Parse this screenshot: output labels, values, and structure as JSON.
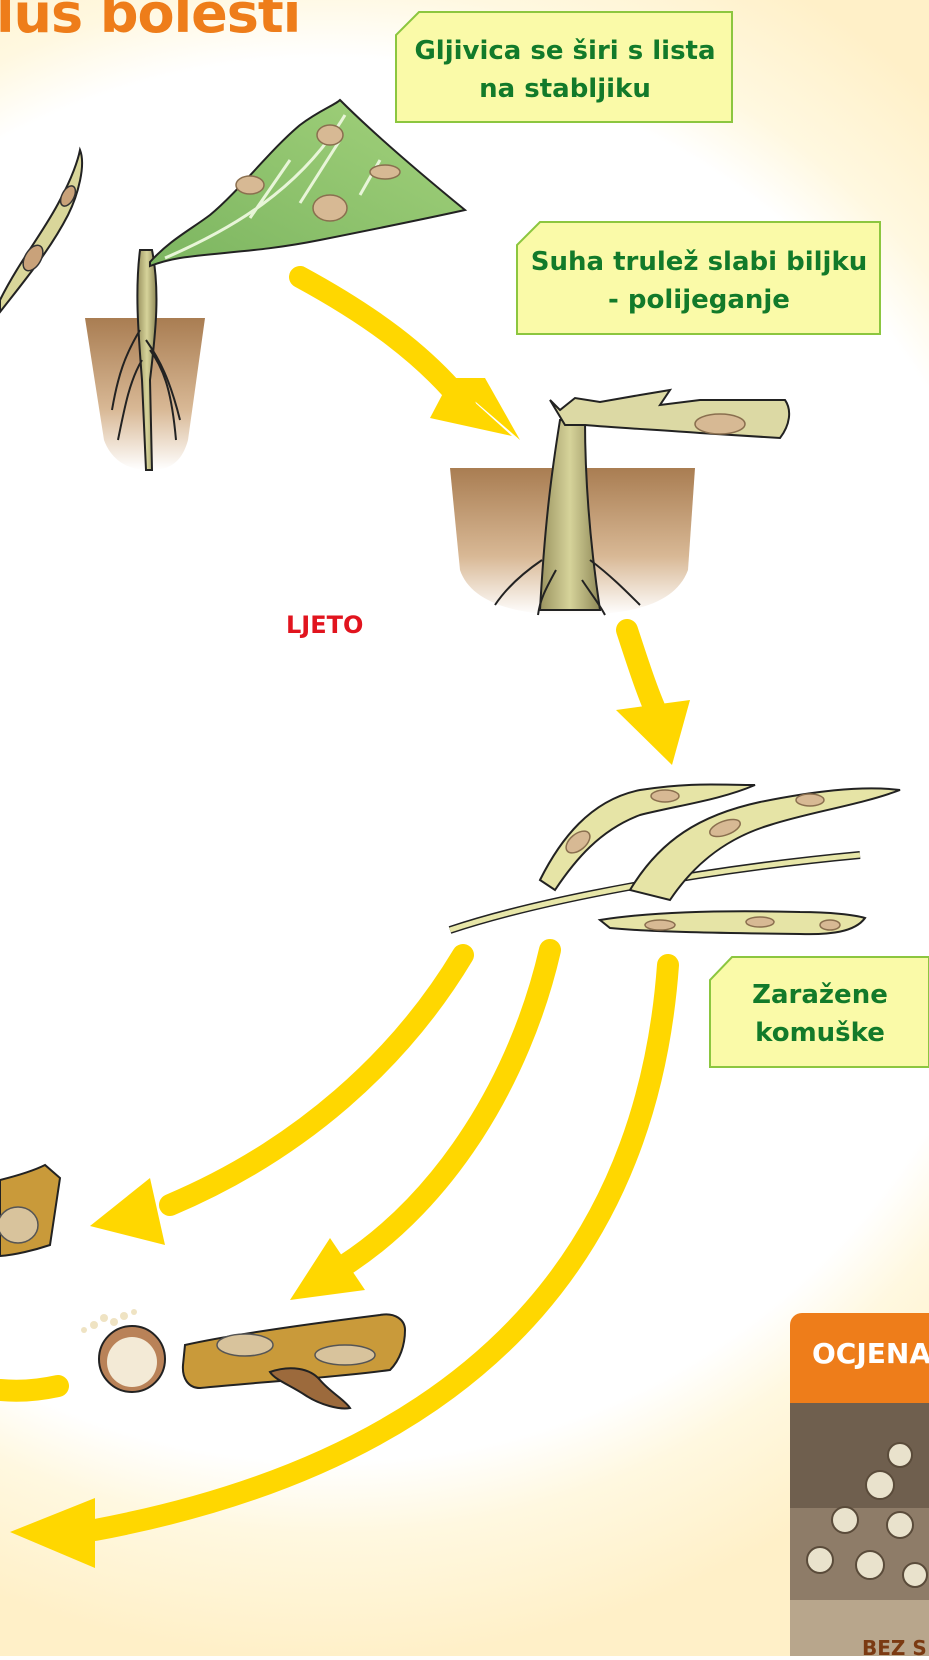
{
  "title": "lus bolesti",
  "season_label": "LJETO",
  "callouts": {
    "leaf_to_stem": "Gljivica se širi s lista na stabljiku",
    "dry_rot": "Suha trulež slabi biljku - polijeganje",
    "infected_pods": "Zaražene komuške"
  },
  "panel": {
    "header": "OCJENA",
    "caption": "BEZ S"
  },
  "colors": {
    "title": "#ee7d1a",
    "callout_text": "#127a2a",
    "callout_fill": "#fafaa8",
    "callout_border": "#8cc63f",
    "arrow": "#ffd700",
    "season": "#e1141e",
    "panel_header": "#ee7d1a",
    "background_glow": "#fff6d6"
  }
}
